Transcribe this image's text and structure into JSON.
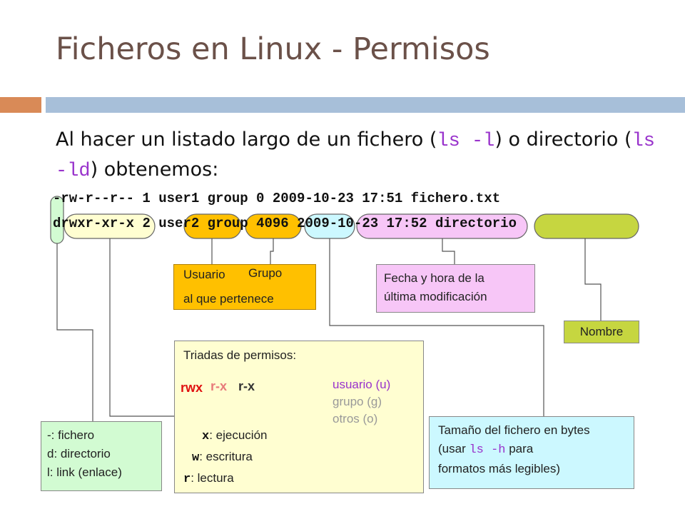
{
  "title": "Ficheros en Linux - Permisos",
  "intro": {
    "part1": "Al hacer un listado largo de un fichero (",
    "cmd1": "ls -l",
    "part2": ") o directorio (",
    "cmd2": "ls -ld",
    "part3": ") obtenemos:"
  },
  "listing": {
    "line1": "-rw-r--r-- 1 user1 group 0 2009-10-23 17:51 fichero.txt",
    "line2": {
      "perms": "drwxr-xr-x",
      "links": "2",
      "user": "user2",
      "group": "group",
      "size": "4096",
      "datetime": "2009-10-23 17:52",
      "name": "directorio"
    }
  },
  "boxes": {
    "usuario": "Usuario",
    "grupo": "Grupo",
    "pertenece": "al que pertenece",
    "fecha_l1": "Fecha y hora de la",
    "fecha_l2": "última modificación",
    "nombre": "Nombre",
    "triadas": {
      "title": "Triadas de permisos:",
      "rwx": "rwx",
      "rx1": "r-x",
      "rx2": "r-x",
      "usuario": "usuario (u)",
      "grupo": "grupo (g)",
      "otros": "otros (o)",
      "x_letter": "x",
      "x_label": ": ejecución",
      "w_letter": "w",
      "w_label": ": escritura",
      "r_letter": "r",
      "r_label": ": lectura"
    },
    "tipo": [
      "-: fichero",
      "d: directorio",
      "l: link (enlace)"
    ],
    "tamano": {
      "l1": "Tamaño del fichero en bytes",
      "l2a": "(usar ",
      "l2cmd": "ls -h",
      "l2b": " para",
      "l3": "formatos más legibles)"
    }
  },
  "colors": {
    "title": "#6b5149",
    "accent_orange": "#d98a57",
    "accent_blue": "#a7bfd9",
    "cmd": "#9933cc",
    "usuario_box": "#ffc000",
    "fecha_box": "#f7c6f7",
    "nombre_box": "#c6d640",
    "triadas_box": "#fffed1",
    "tipo_box": "#d2fbd2",
    "tamano_box": "#ccf8ff",
    "size_pill": "#ccf8ff",
    "rwx_red": "#e01010",
    "gray_text": "#999999"
  }
}
